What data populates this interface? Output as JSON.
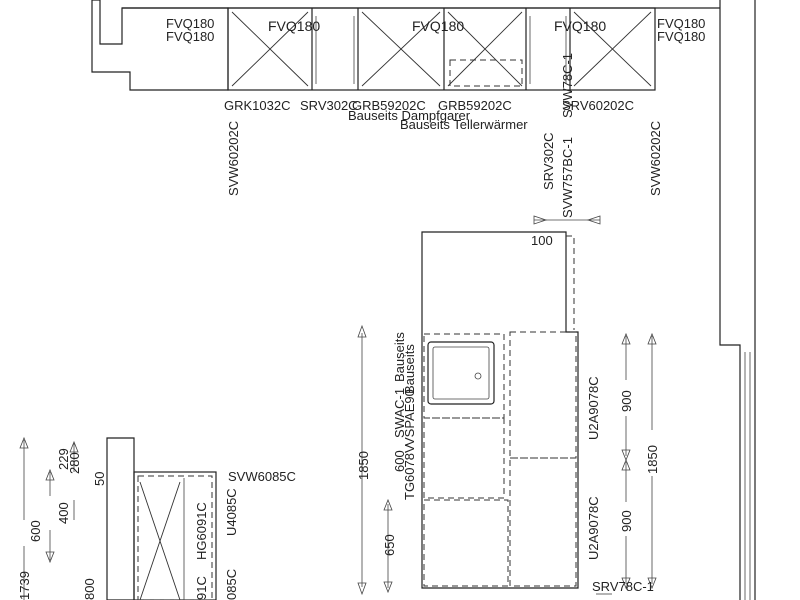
{
  "top_row": {
    "cabinets": [
      "FVQ180",
      "FVQ180",
      "FVQ180",
      "FVQ180"
    ],
    "left_end_codes": [
      "FVQ180",
      "FVQ180"
    ],
    "right_end_codes": [
      "FVQ180",
      "FVQ180"
    ],
    "under_labels": [
      "GRK1032C",
      "SRV302C",
      "GRB59202C",
      "GRB59202C",
      "SRV60202C"
    ],
    "bauseits_1": "Bauseits Dampfgarer",
    "bauseits_2": "Bauseits Tellerwärmer",
    "vertical_left": "SVW60202C",
    "vertical_mid_1": "SRV302C",
    "vertical_mid_2": "SVW757BC-1",
    "vertical_right": "SVW60202C",
    "vertical_top": "SVW78C-1"
  },
  "island": {
    "dim_top": "100",
    "bauseits_top": "Bauseits",
    "bauseits_sink": "Bauseits",
    "code_sink": "VSPAE90",
    "code_top": "SWAC-1",
    "code_tg": "TG6078V",
    "code_mid": "600",
    "dim_left_total": "1850",
    "dim_left_upper": "600",
    "dim_left_lower": "650",
    "right_upper_code": "U2A9078C",
    "right_lower_code": "U2A9078C",
    "dim_right_upper": "900",
    "dim_right_lower": "900",
    "dim_right_total": "1850",
    "bottom_code": "SRV78C-1"
  },
  "left_section": {
    "dim_total": "1739",
    "dim_600": "600",
    "dim_400": "400",
    "dim_229": "229",
    "dim_280": "280",
    "dim_50": "50",
    "dim_800": "800",
    "code_svw": "SVW6085C",
    "code_hg": "HG6091C",
    "code_u": "U4085C",
    "code_1c": "91C",
    "code_085": "085C"
  }
}
